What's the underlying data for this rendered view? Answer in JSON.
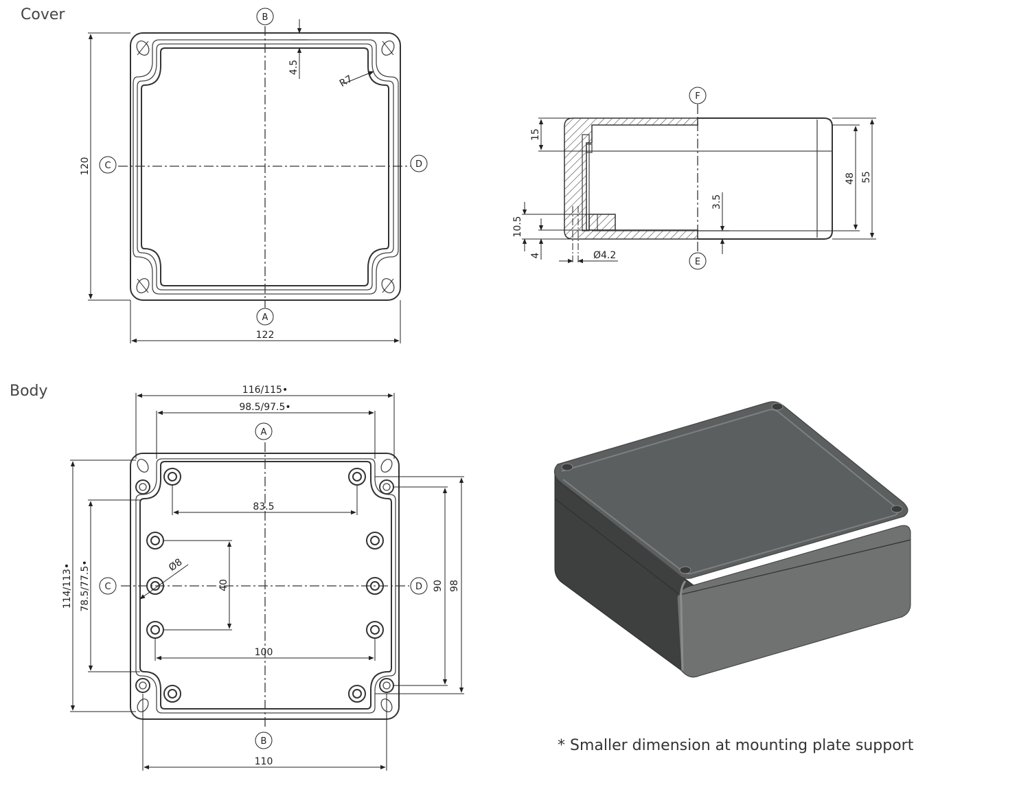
{
  "cover": {
    "title": "Cover",
    "dims": {
      "height": "120",
      "width": "122",
      "wall": "4.5",
      "radius": "R7"
    },
    "markers": {
      "top": "B",
      "bottom": "A",
      "left": "C",
      "right": "D"
    }
  },
  "section": {
    "markers": {
      "top": "F",
      "bottom": "E"
    },
    "dims": {
      "lip": "15",
      "foot_upper": "10.5",
      "foot_lower": "4",
      "hole": "Ø4.2",
      "floor": "3.5",
      "inner": "48",
      "total": "55"
    }
  },
  "body": {
    "title": "Body",
    "dims": {
      "outer_width": "116/115•",
      "inner_width": "98.5/97.5•",
      "boss_top": "83.5",
      "boss_vert": "40",
      "boss_dia": "Ø8",
      "boss_bottom": "100",
      "outer_height": "114/113•",
      "inner_height": "78.5/77.5•",
      "screw_vert": "90",
      "overall_vert": "98",
      "base_width": "110"
    },
    "markers": {
      "top": "A",
      "bottom": "B",
      "left": "C",
      "right": "D"
    }
  },
  "footnote": "* Smaller dimension at mounting plate support",
  "colors": {
    "box_top": "#5c5f5f",
    "box_side_front": "#6f7271",
    "box_side_left": "#3e4040"
  }
}
